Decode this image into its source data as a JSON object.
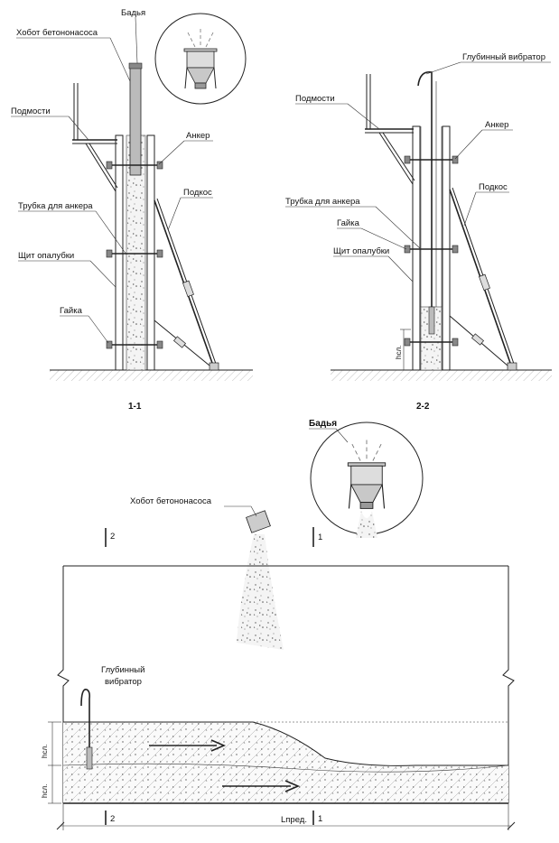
{
  "top_left": {
    "labels": {
      "bucket": "Бадья",
      "pump_hose": "Хобот бетононасоса",
      "scaffold": "Подмости",
      "anchor": "Анкер",
      "anchor_tube": "Трубка для анкера",
      "brace": "Подкос",
      "formwork_panel": "Щит опалубки",
      "nut": "Гайка"
    },
    "section_mark": "1-1"
  },
  "top_right": {
    "labels": {
      "deep_vibrator": "Глубинный вибратор",
      "scaffold": "Подмости",
      "anchor": "Анкер",
      "anchor_tube": "Трубка для анкера",
      "brace": "Подкос",
      "nut": "Гайка",
      "formwork_panel": "Щит опалубки",
      "layer_height": "hсл."
    },
    "section_mark": "2-2"
  },
  "bottom": {
    "labels": {
      "bucket": "Бадья",
      "pump_hose": "Хобот бетононасоса",
      "deep_vibrator_line1": "Глубинный",
      "deep_vibrator_line2": "вибратор",
      "layer_height_upper": "hсл.",
      "layer_height_lower": "hсл.",
      "length_limit": "Lпред."
    },
    "cut_marks": {
      "top_left": "2",
      "top_right": "1",
      "bottom_left": "2",
      "bottom_right": "1"
    }
  }
}
